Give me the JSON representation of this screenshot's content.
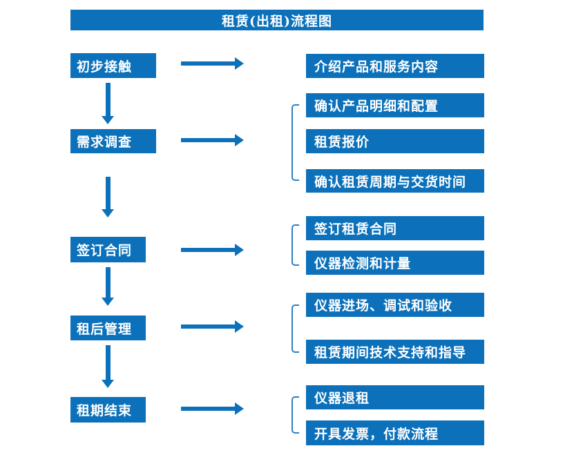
{
  "title": "租赁(出租)流程图",
  "colors": {
    "primary_blue": "#0c71ba",
    "bracket_blue": "#2e7fc1",
    "text_white": "#ffffff",
    "background": "#ffffff"
  },
  "steps": [
    {
      "label": "初步接触",
      "details": [
        "介绍产品和服务内容"
      ]
    },
    {
      "label": "需求调查",
      "details": [
        "确认产品明细和配置",
        "租赁报价",
        "确认租赁周期与交货时间"
      ]
    },
    {
      "label": "签订合同",
      "details": [
        "签订租赁合同",
        "仪器检测和计量"
      ]
    },
    {
      "label": "租后管理",
      "details": [
        "仪器进场、调试和验收",
        "租赁期间技术支持和指导"
      ]
    },
    {
      "label": "租期结束",
      "details": [
        "仪器退租",
        "开具发票，付款流程"
      ]
    }
  ]
}
